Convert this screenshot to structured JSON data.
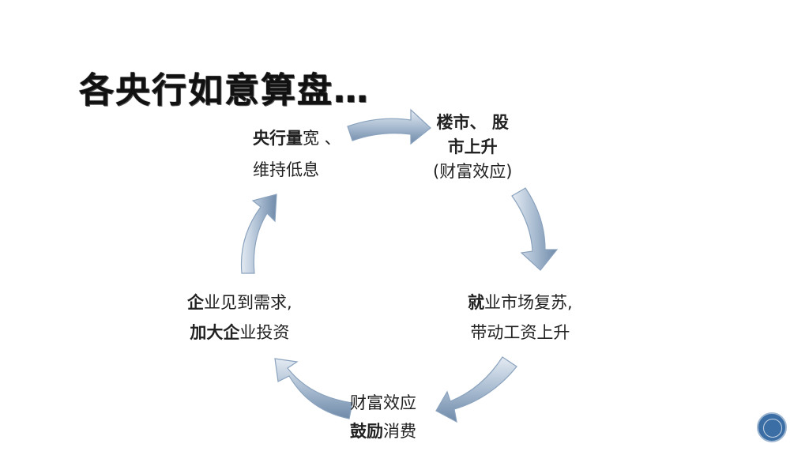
{
  "slide": {
    "title": "各央行如意算盘…"
  },
  "cycle": {
    "nodes": [
      {
        "id": "top-left",
        "line1_bold": "央行量",
        "line1_rest": "宽 、",
        "line2": "维持低息"
      },
      {
        "id": "top-right",
        "line1": "楼市、 股",
        "line2": "市上升",
        "line3": "(财富效应)"
      },
      {
        "id": "right",
        "line1_bold": "就",
        "line1_rest": "业市场复苏,",
        "line2": "带动工资上升"
      },
      {
        "id": "bottom",
        "line1": "财富效应",
        "line2_bold": "鼓励",
        "line2_rest": "消费"
      },
      {
        "id": "left",
        "line1_bold": "企",
        "line1_rest": "业见到需求,",
        "line2_bold": "加大企",
        "line2_rest": "业投资"
      }
    ]
  },
  "colors": {
    "arrow_fill_light": "#d9e3ee",
    "arrow_fill_dark": "#7f98b4",
    "arrow_stroke": "#8aa2bd",
    "badge": "#3b6ea5"
  },
  "icons": [
    "cycle-arrow",
    "page-number-badge"
  ]
}
